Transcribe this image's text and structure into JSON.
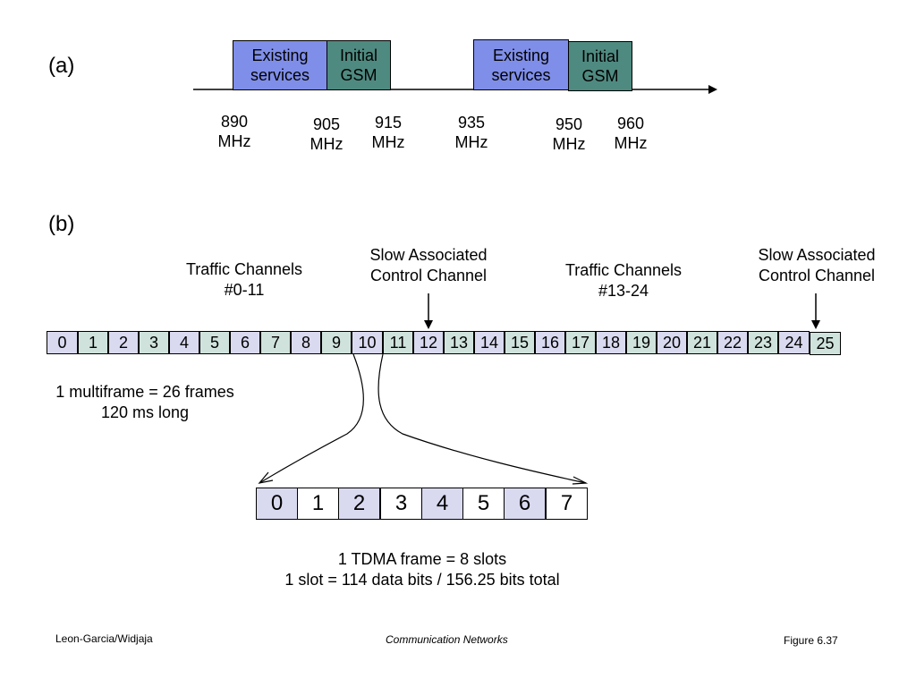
{
  "part_a": {
    "label": "(a)",
    "bands": [
      {
        "text_1": "Existing",
        "text_2": "services"
      },
      {
        "text_1": "Initial",
        "text_2": "GSM"
      },
      {
        "text_1": "Existing",
        "text_2": "services"
      },
      {
        "text_1": "Initial",
        "text_2": "GSM"
      }
    ],
    "frequencies": [
      {
        "value": "890",
        "unit": "MHz"
      },
      {
        "value": "905",
        "unit": "MHz"
      },
      {
        "value": "915",
        "unit": "MHz"
      },
      {
        "value": "935",
        "unit": "MHz"
      },
      {
        "value": "950",
        "unit": "MHz"
      },
      {
        "value": "960",
        "unit": "MHz"
      }
    ]
  },
  "part_b": {
    "label": "(b)",
    "traffic_left": {
      "line_1": "Traffic Channels",
      "line_2": "#0-11"
    },
    "sacch_1": {
      "line_1": "Slow Associated",
      "line_2": "Control Channel"
    },
    "traffic_right": {
      "line_1": "Traffic Channels",
      "line_2": "#13-24"
    },
    "sacch_2": {
      "line_1": "Slow Associated",
      "line_2": "Control Channel"
    },
    "frames": [
      "0",
      "1",
      "2",
      "3",
      "4",
      "5",
      "6",
      "7",
      "8",
      "9",
      "10",
      "11",
      "12",
      "13",
      "14",
      "15",
      "16",
      "17",
      "18",
      "19",
      "20",
      "21",
      "22",
      "23",
      "24",
      "25"
    ],
    "multiframe": {
      "line_1": "1 multiframe = 26 frames",
      "line_2": "120 ms long"
    },
    "tdma_slots": [
      "0",
      "1",
      "2",
      "3",
      "4",
      "5",
      "6",
      "7"
    ],
    "tdma_caption": {
      "line_1": "1 TDMA frame = 8 slots",
      "line_2": "1 slot = 114 data bits / 156.25 bits total"
    }
  },
  "footer": {
    "left": "Leon-Garcia/Widjaja",
    "center": "Communication Networks",
    "right": "Figure 6.37"
  },
  "colors": {
    "existing_services": "#7f8ee8",
    "initial_gsm": "#4f8a80",
    "lavender_slot": "#d9d9f0",
    "green_slot": "#cfe3dc"
  }
}
